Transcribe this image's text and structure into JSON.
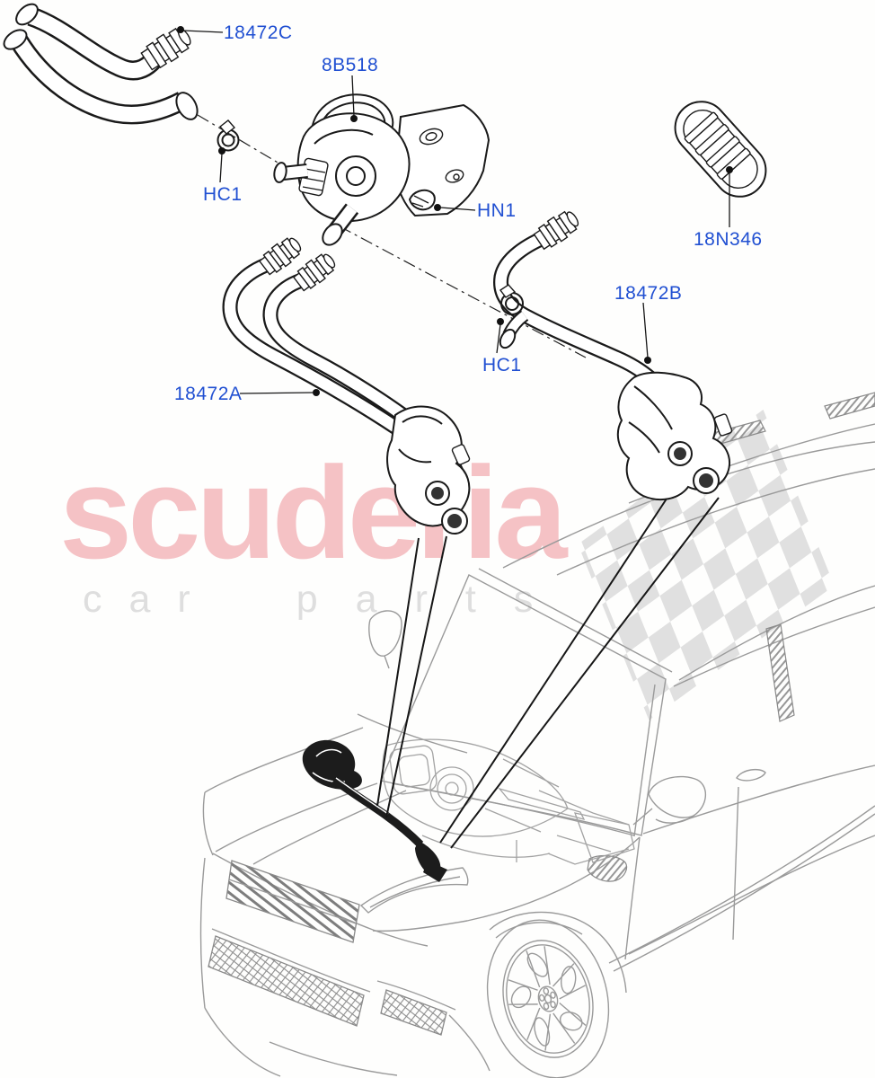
{
  "watermark": {
    "brand": "scuderia",
    "tagline_words": [
      "car",
      "parts"
    ],
    "brand_color": "#f5c2c5",
    "tagline_color": "#dedede"
  },
  "diagram": {
    "label_color": "#2150d2",
    "line_color": "#1a1a1a",
    "vehicle_line_color": "#9a9a9a",
    "callouts": [
      {
        "id": "18472C",
        "label": "18472C"
      },
      {
        "id": "8B518",
        "label": "8B518"
      },
      {
        "id": "HC1-upper",
        "label": "HC1"
      },
      {
        "id": "HN1",
        "label": "HN1"
      },
      {
        "id": "18N346",
        "label": "18N346"
      },
      {
        "id": "18472B",
        "label": "18472B"
      },
      {
        "id": "HC1-lower",
        "label": "HC1"
      },
      {
        "id": "18472A",
        "label": "18472A"
      }
    ]
  }
}
